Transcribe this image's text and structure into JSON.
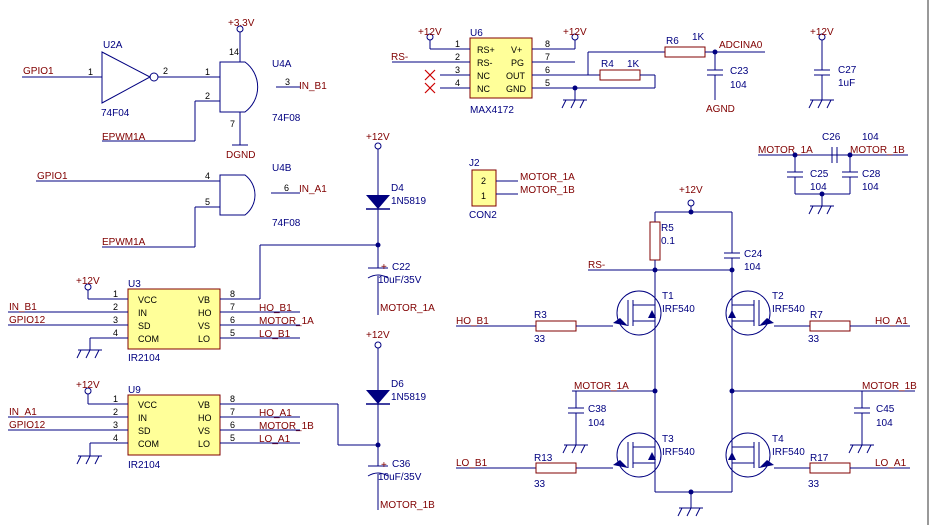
{
  "power": {
    "v33": "+3.3V",
    "v12": "+12V",
    "dgnd": "DGND",
    "agnd": "AGND"
  },
  "nets": {
    "gpio1_a": "GPIO1",
    "gpio1_b": "GPIO1",
    "epwm1a_a": "EPWM1A",
    "epwm1a_b": "EPWM1A",
    "in_b1_out": "IN_B1",
    "in_a1_out": "IN_A1",
    "rs_minus_u6": "RS-",
    "rs_minus_bridge": "RS-",
    "adcina0": "ADCINA0",
    "motor_1a_top": "MOTOR_1A",
    "motor_1b_top": "MOTOR_1B",
    "motor_1a_j2": "MOTOR_1A",
    "motor_1b_j2": "MOTOR_1B",
    "in_b1_u3": "IN_B1",
    "gpio12_u3": "GPIO12",
    "ho_b1_u3": "HO_B1",
    "motor_1a_u3": "MOTOR_1A",
    "lo_b1_u3": "LO_B1",
    "in_a1_u9": "IN_A1",
    "gpio12_u9": "GPIO12",
    "ho_a1_u9": "HO_A1",
    "motor_1b_u9": "MOTOR_1B",
    "lo_a1_u9": "LO_A1",
    "motor_1a_c22": "MOTOR_1A",
    "motor_1b_c36": "MOTOR_1B",
    "ho_b1_t1": "HO_B1",
    "ho_a1_t2": "HO_A1",
    "lo_b1_t3": "LO_B1",
    "lo_a1_t4": "LO_A1",
    "motor_1a_mid": "MOTOR_1A",
    "motor_1b_mid": "MOTOR_1B"
  },
  "parts": {
    "u2a": {
      "des": "U2A",
      "val": "74F04"
    },
    "u4a": {
      "des": "U4A",
      "val": "74F08"
    },
    "u4b": {
      "des": "U4B",
      "val": "74F08"
    },
    "u6": {
      "des": "U6",
      "val": "MAX4172",
      "pins_left": [
        "RS+",
        "RS-",
        "NC",
        "NC"
      ],
      "pins_right": [
        "V+",
        "PG",
        "OUT",
        "GND"
      ]
    },
    "u3": {
      "des": "U3",
      "val": "IR2104",
      "pins_left": [
        "VCC",
        "IN",
        "SD",
        "COM"
      ],
      "pins_right": [
        "VB",
        "HO",
        "VS",
        "LO"
      ]
    },
    "u9": {
      "des": "U9",
      "val": "IR2104",
      "pins_left": [
        "VCC",
        "IN",
        "SD",
        "COM"
      ],
      "pins_right": [
        "VB",
        "HO",
        "VS",
        "LO"
      ]
    },
    "r6": {
      "des": "R6",
      "val": "1K"
    },
    "r4": {
      "des": "R4",
      "val": "1K"
    },
    "r5": {
      "des": "R5",
      "val": "0.1"
    },
    "r3": {
      "des": "R3",
      "val": "33"
    },
    "r7": {
      "des": "R7",
      "val": "33"
    },
    "r13": {
      "des": "R13",
      "val": "33"
    },
    "r17": {
      "des": "R17",
      "val": "33"
    },
    "c23": {
      "des": "C23",
      "val": "104"
    },
    "c27": {
      "des": "C27",
      "val": "1uF"
    },
    "c26": {
      "des": "C26",
      "val": "104"
    },
    "c25": {
      "des": "C25",
      "val": "104"
    },
    "c28": {
      "des": "C28",
      "val": "104"
    },
    "c24": {
      "des": "C24",
      "val": "104"
    },
    "c38": {
      "des": "C38",
      "val": "104"
    },
    "c45": {
      "des": "C45",
      "val": "104"
    },
    "c22": {
      "des": "C22",
      "val": "10uF/35V"
    },
    "c36": {
      "des": "C36",
      "val": "10uF/35V"
    },
    "d4": {
      "des": "D4",
      "val": "1N5819"
    },
    "d6": {
      "des": "D6",
      "val": "1N5819"
    },
    "j2": {
      "des": "J2",
      "val": "CON2"
    },
    "t1": {
      "des": "T1",
      "val": "IRF540"
    },
    "t2": {
      "des": "T2",
      "val": "IRF540"
    },
    "t3": {
      "des": "T3",
      "val": "IRF540"
    },
    "t4": {
      "des": "T4",
      "val": "IRF540"
    }
  },
  "pins": {
    "u2a_in": "1",
    "u2a_out": "2",
    "u4a_1": "1",
    "u4a_2": "2",
    "u4a_3": "3",
    "u4a_14": "14",
    "u4a_7": "7",
    "u4b_4": "4",
    "u4b_5": "5",
    "u4b_6": "6",
    "u6_l": [
      "1",
      "2",
      "3",
      "4"
    ],
    "u6_r": [
      "8",
      "7",
      "6",
      "5"
    ],
    "u3_l": [
      "1",
      "2",
      "3",
      "4"
    ],
    "u3_r": [
      "8",
      "7",
      "6",
      "5"
    ],
    "u9_l": [
      "1",
      "2",
      "3",
      "4"
    ],
    "u9_r": [
      "8",
      "7",
      "6",
      "5"
    ],
    "j2_2": "2",
    "j2_1": "1"
  },
  "cap_polarity": "+"
}
